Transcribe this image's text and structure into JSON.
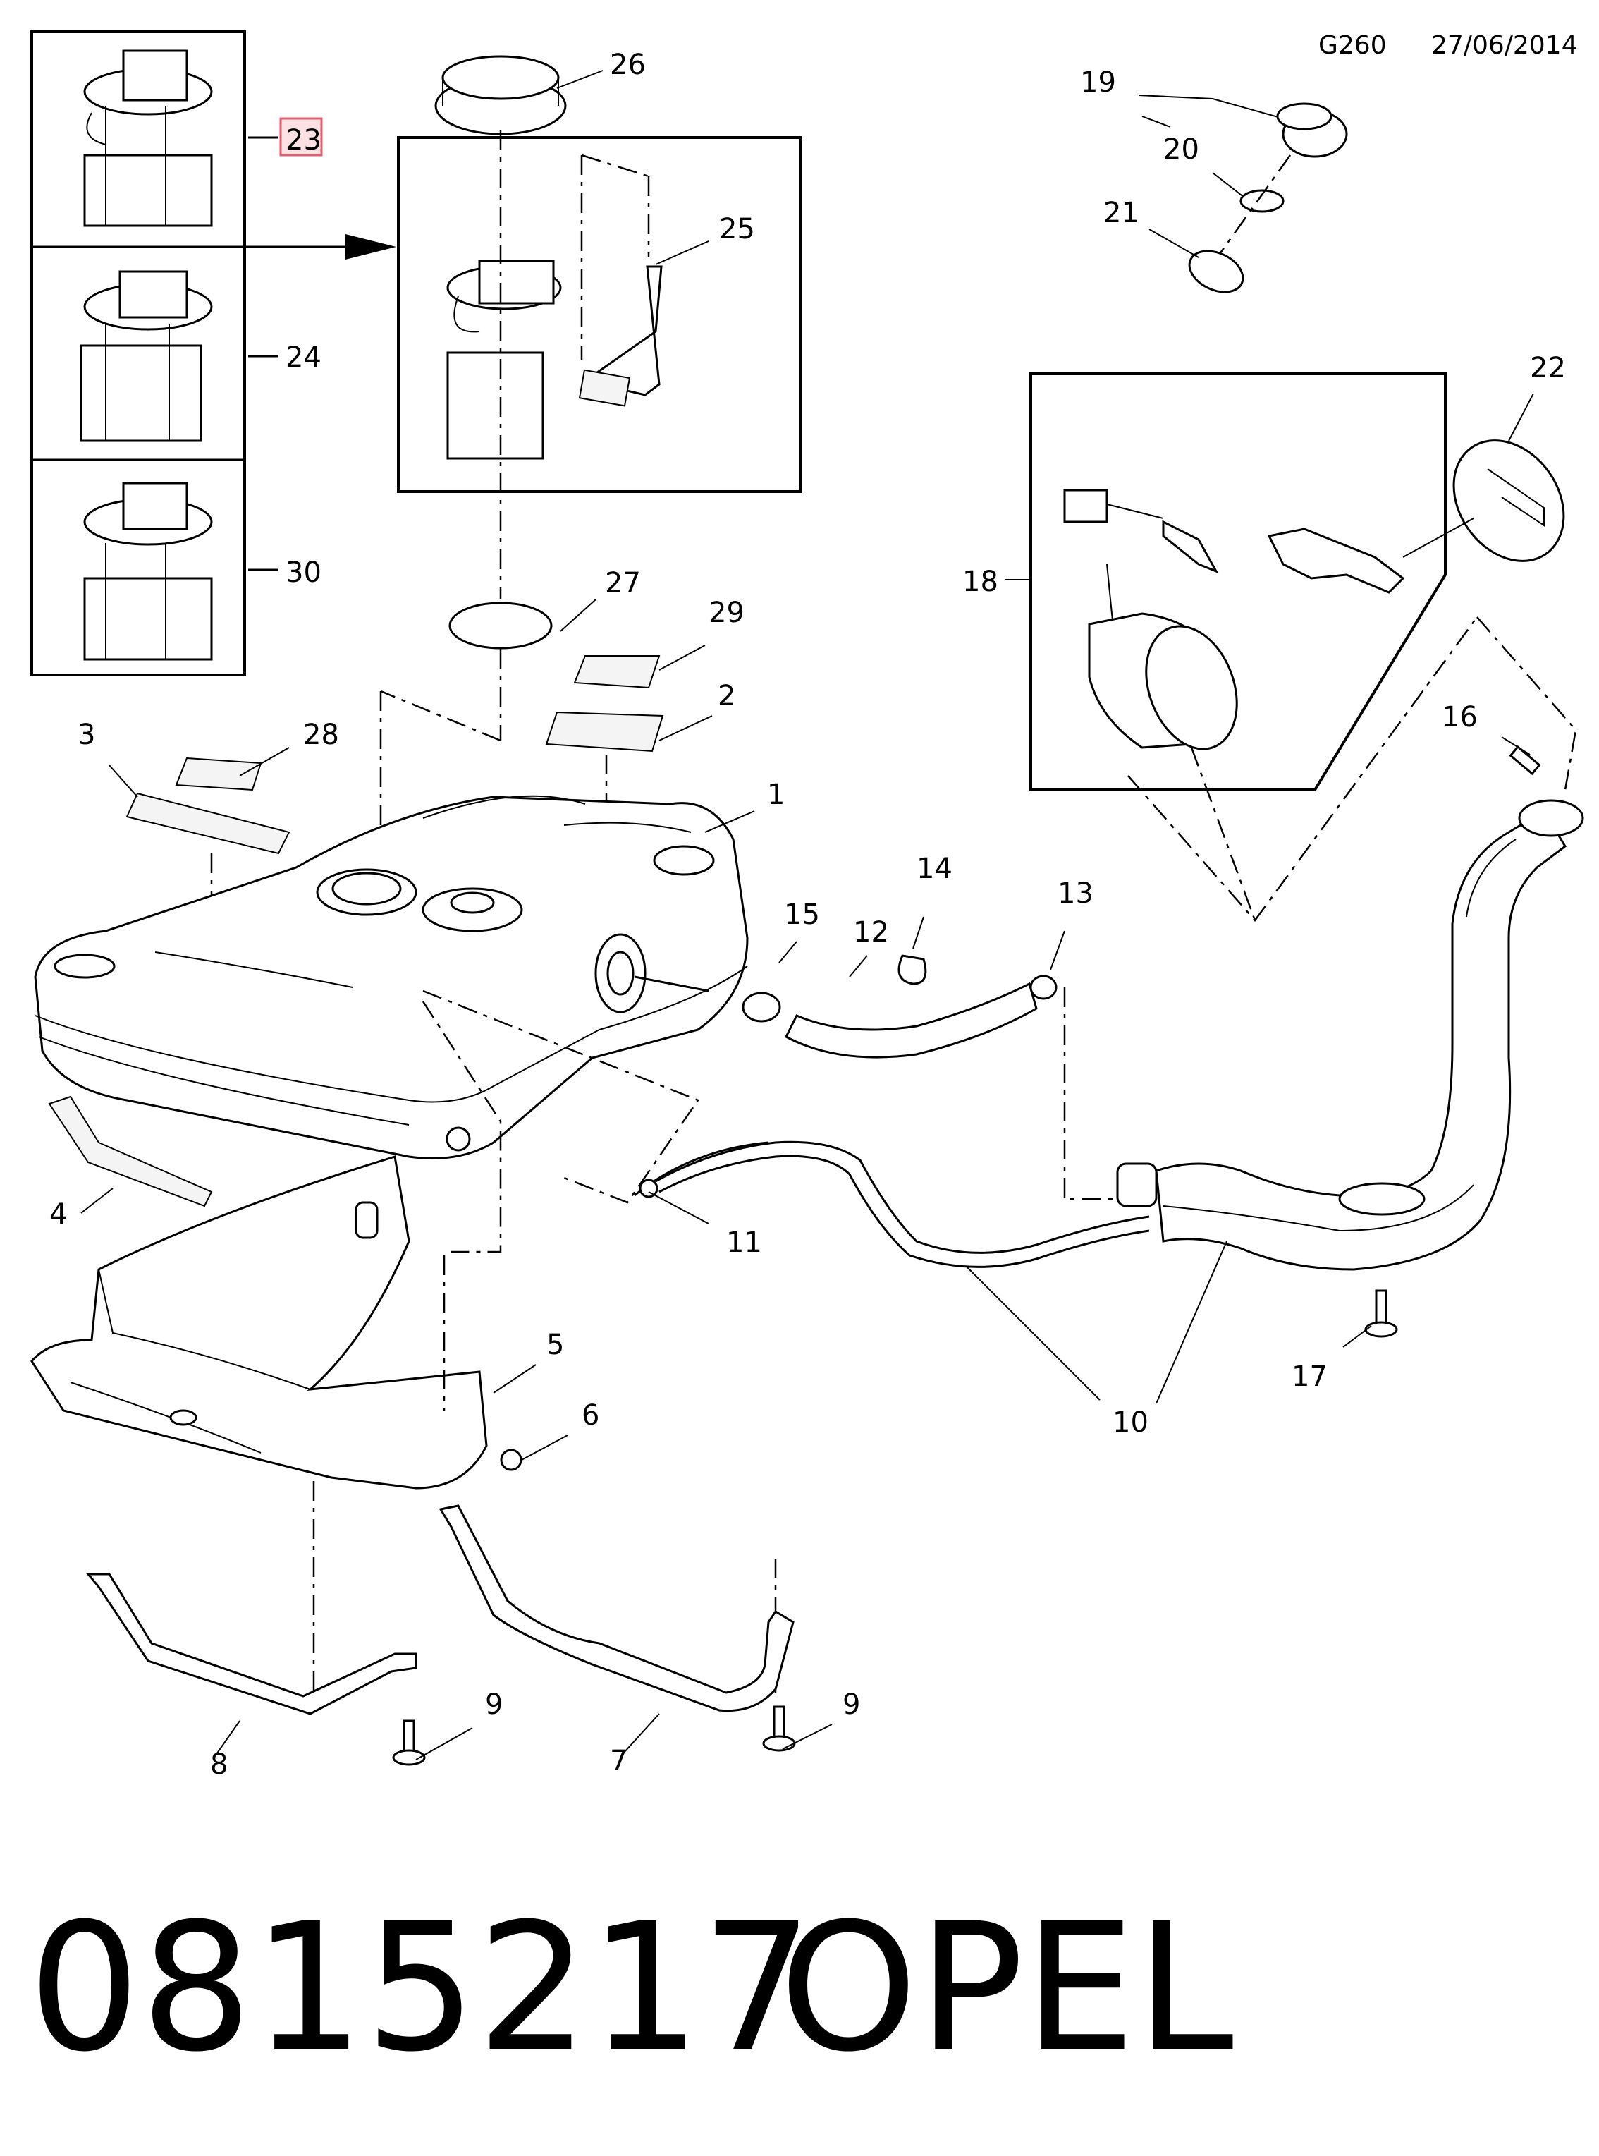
{
  "header": {
    "code": "G260",
    "date": "27/06/2014"
  },
  "footer": {
    "part_number": "0815217",
    "brand": "OPEL"
  },
  "highlight_color": "#e06070",
  "callouts": [
    "1",
    "2",
    "3",
    "4",
    "5",
    "6",
    "7",
    "8",
    "9",
    "9",
    "10",
    "11",
    "12",
    "13",
    "14",
    "15",
    "16",
    "17",
    "18",
    "19",
    "20",
    "21",
    "22",
    "23",
    "24",
    "25",
    "26",
    "27",
    "28",
    "29",
    "30"
  ]
}
